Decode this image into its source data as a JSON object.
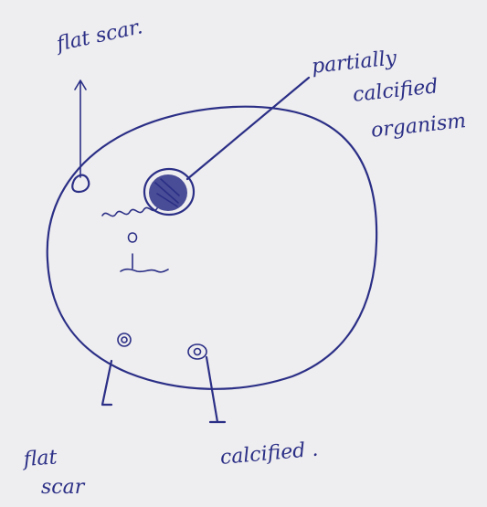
{
  "labels": {
    "top_left": "flat scar.",
    "top_right_line1": "partially",
    "top_right_line2": "calcified",
    "top_right_line3": "organism",
    "bottom_left_line1": "flat",
    "bottom_left_line2": "scar",
    "bottom_center": "calcified ."
  },
  "colors": {
    "ink": "#2b2f86",
    "paper": "#eeedef"
  }
}
